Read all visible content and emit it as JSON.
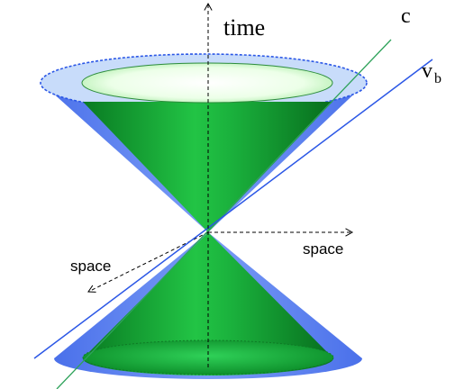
{
  "labels": {
    "time": "time",
    "c": "c",
    "vb": "v",
    "vb_sub": "b",
    "space_right": "space",
    "space_left": "space"
  },
  "colors": {
    "green_dark": "#0c8f2a",
    "green_mid": "#1fb53e",
    "green_light": "#e9ffe6",
    "blue_cone": "#5b82f0",
    "blue_rim": "#c4dcfa",
    "blue_line": "#2b57e6",
    "c_line": "#2ea25a",
    "axis": "#000000"
  }
}
